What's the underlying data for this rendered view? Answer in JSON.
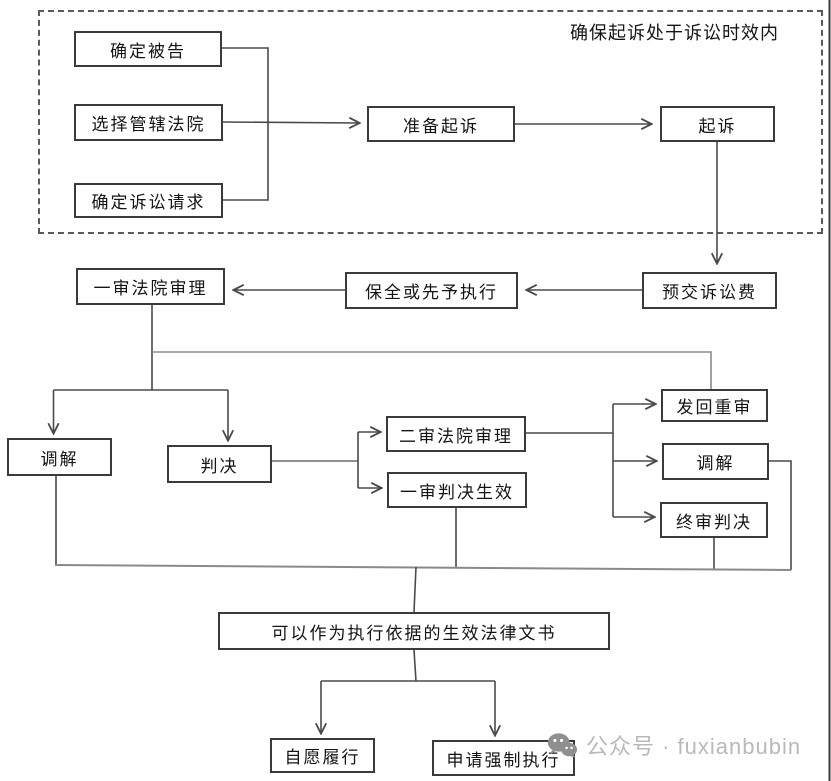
{
  "note": "确保起诉处于诉讼时效内",
  "nodes": {
    "determine_defendant": "确定被告",
    "choose_court": "选择管辖法院",
    "determine_claims": "确定诉讼请求",
    "prepare_lawsuit": "准备起诉",
    "file_lawsuit": "起诉",
    "prepay_fee": "预交诉讼费",
    "preservation": "保全或先予执行",
    "first_instance_trial": "一审法院审理",
    "mediation_first": "调解",
    "judgment": "判决",
    "second_instance_trial": "二审法院审理",
    "first_judgment_effective": "一审判决生效",
    "remand_retrial": "发回重审",
    "mediation_second": "调解",
    "final_judgment": "终审判决",
    "effective_documents": "可以作为执行依据的生效法律文书",
    "voluntary_performance": "自愿履行",
    "apply_enforcement": "申请强制执行"
  },
  "watermark": {
    "icon": "wechat-icon",
    "text": "公众号 · fuxianbubin"
  },
  "colors": {
    "line_dark": "#4a4a4a",
    "line_gray": "#8a8a8a",
    "box_border": "#3a3a3a",
    "text": "#141414",
    "watermark_text": "#b9b9b9",
    "watermark_icon": "#8f8f8f"
  }
}
